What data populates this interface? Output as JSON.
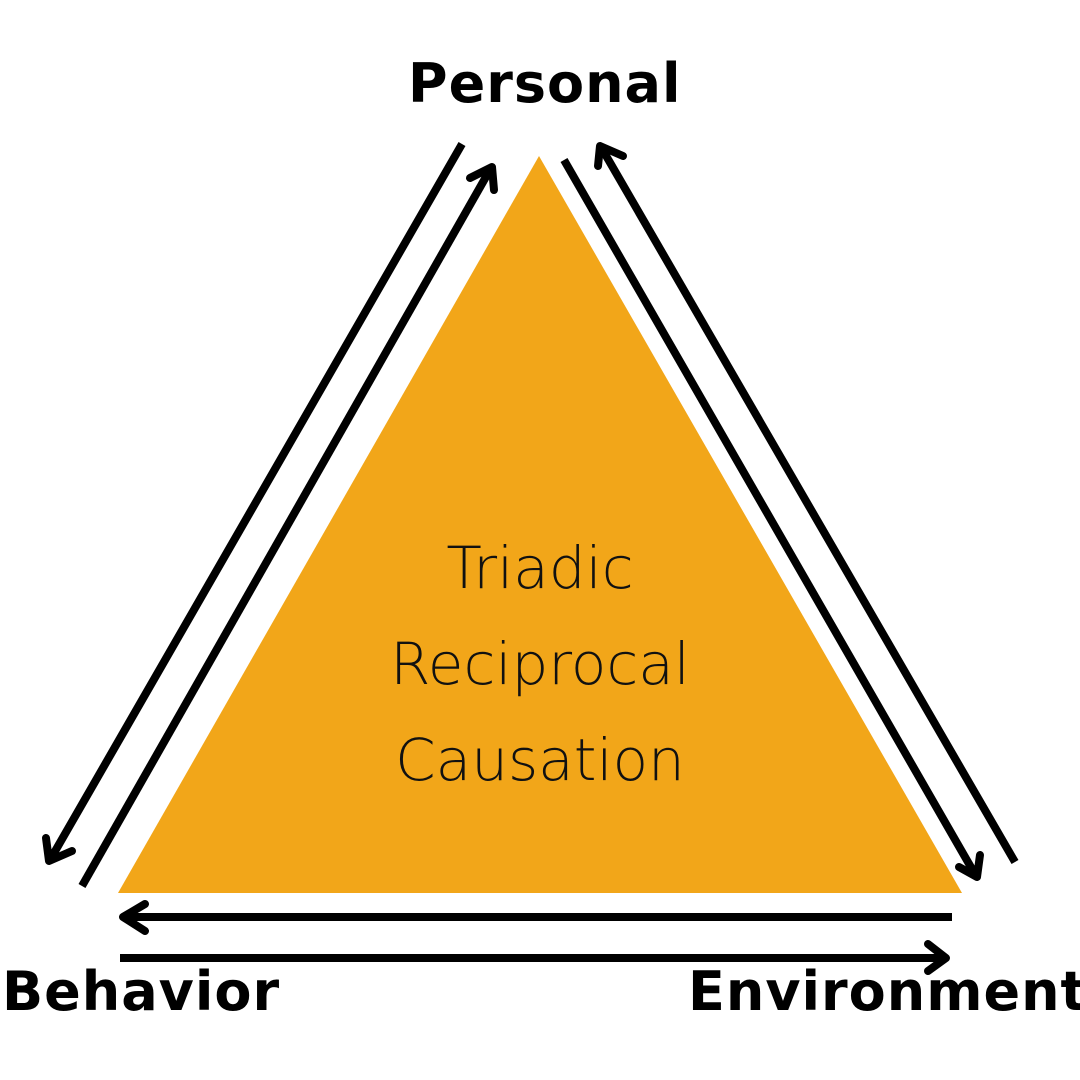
{
  "nodes": {
    "top": "Personal",
    "bottom_left": "Behavior",
    "bottom_right": "Environment"
  },
  "center_text": [
    "Triadic",
    "Reciprocal",
    "Causation"
  ],
  "colors": {
    "triangle": "#F2A619",
    "arrows": "#000000"
  }
}
